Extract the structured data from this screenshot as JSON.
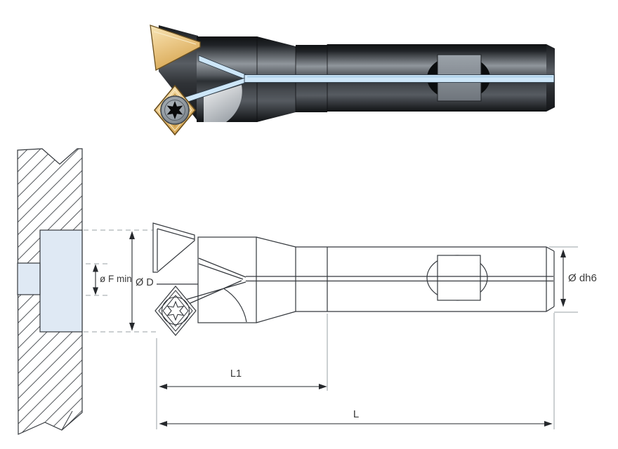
{
  "title": "Back counterbore tool — photorealistic rendering above, dimensioned line drawing with workpiece cross-section below",
  "colors": {
    "outline": "#34383d",
    "dimension_line": "#26292d",
    "extension_line": "#9aa0a6",
    "coolant_blue": "#cde6f8",
    "counterbore_fill": "#dfe9f4",
    "insert_gold": "#e9c685",
    "body_gray": "#5a5f65",
    "flute_gray": "#d9dcdf",
    "label_text": "#3a3a3a"
  },
  "labels": {
    "f_min": "ø F min",
    "d": "Ø D",
    "dh6": "Ø dh6",
    "l1": "L1",
    "l": "L"
  }
}
